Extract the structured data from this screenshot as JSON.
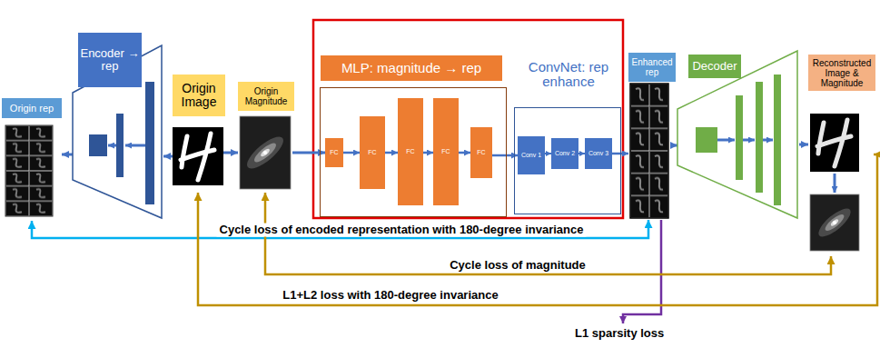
{
  "diagram": {
    "nodes": [
      {
        "text": [
          "Origin rep"
        ]
      },
      {
        "text": [
          "Encoder → rep"
        ]
      },
      {
        "text": [
          "Origin Image"
        ]
      },
      {
        "text": [
          "Origin Magnitude"
        ]
      },
      {
        "text": [
          "MLP: magnitude → rep"
        ]
      },
      {
        "text": [
          "FC"
        ],
        "in": 4
      },
      {
        "text": [
          "FC"
        ],
        "in": 4
      },
      {
        "text": [
          "FC"
        ],
        "in": 4
      },
      {
        "text": [
          "FC"
        ],
        "in": 4
      },
      {
        "text": [
          "FC"
        ],
        "in": 4
      },
      {
        "text": [
          "ConvNet: rep enhance"
        ]
      },
      {
        "text": [
          "Conv 1"
        ],
        "in": 10
      },
      {
        "text": [
          "Conv 2"
        ],
        "in": 10
      },
      {
        "text": [
          "Conv 3"
        ],
        "in": 10
      },
      {
        "text": [
          "Enhanced rep"
        ]
      },
      {
        "text": [
          "Decoder"
        ]
      },
      {
        "text": [
          "Reconstructed Image & Magnitude"
        ]
      }
    ],
    "edges": [
      {
        "from": 2,
        "to": 1,
        "arrow": "to"
      },
      {
        "from": 1,
        "to": 0,
        "arrow": "to"
      },
      {
        "from": 2,
        "to": 3,
        "arrow": "to"
      },
      {
        "from": 3,
        "to": 5,
        "arrow": "to"
      },
      {
        "from": 5,
        "to": 6,
        "arrow": "to"
      },
      {
        "from": 6,
        "to": 7,
        "arrow": "to"
      },
      {
        "from": 7,
        "to": 8,
        "arrow": "to"
      },
      {
        "from": 8,
        "to": 9,
        "arrow": "to"
      },
      {
        "from": 9,
        "to": 11,
        "arrow": "to"
      },
      {
        "from": 11,
        "to": 12,
        "arrow": "to"
      },
      {
        "from": 12,
        "to": 13,
        "arrow": "to"
      },
      {
        "from": 13,
        "to": 14,
        "arrow": "to"
      },
      {
        "from": 14,
        "to": 15,
        "arrow": "to"
      },
      {
        "from": 15,
        "to": 16,
        "arrow": "to"
      },
      {
        "from": 14,
        "to": 0,
        "label": "Cycle loss of encoded representation with 180-degree invariance",
        "arrow": "both"
      },
      {
        "from": 3,
        "to": 16,
        "label": "Cycle loss of magnitude",
        "arrow": "both"
      },
      {
        "from": 2,
        "to": 16,
        "label": "L1+L2 loss with 180-degree invariance",
        "arrow": "both"
      }
    ],
    "labels": [
      "L1 sparsity loss"
    ]
  }
}
